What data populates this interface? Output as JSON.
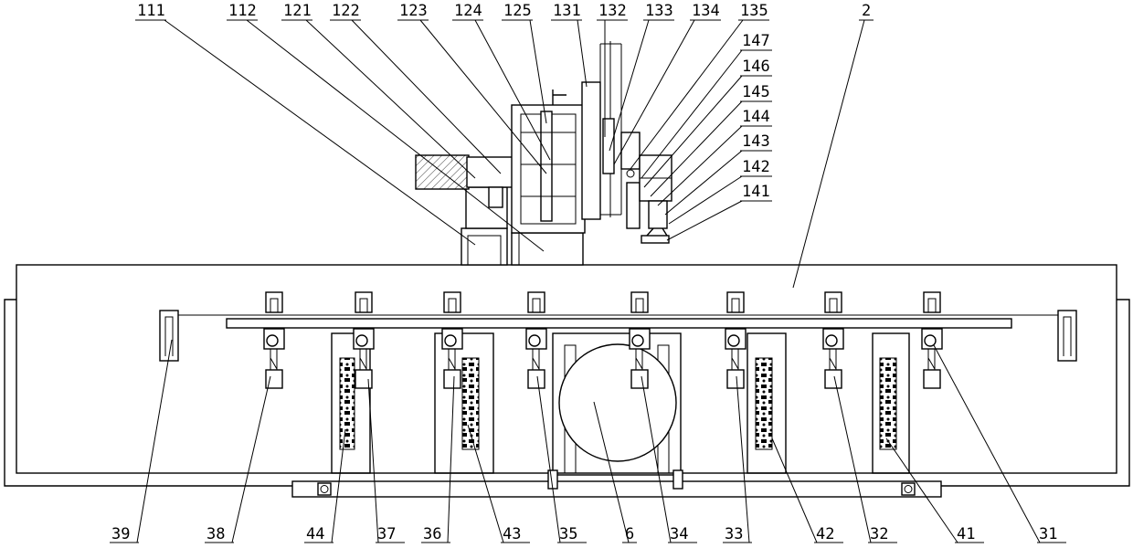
{
  "labels": {
    "top": [
      "111",
      "112",
      "121",
      "122",
      "123",
      "124",
      "125",
      "131",
      "132",
      "133",
      "134",
      "135",
      "2"
    ],
    "right": [
      "147",
      "146",
      "145",
      "144",
      "143",
      "142",
      "141"
    ],
    "bottom": [
      "39",
      "38",
      "44",
      "37",
      "36",
      "43",
      "35",
      "6",
      "34",
      "33",
      "42",
      "32",
      "41",
      "31"
    ]
  }
}
